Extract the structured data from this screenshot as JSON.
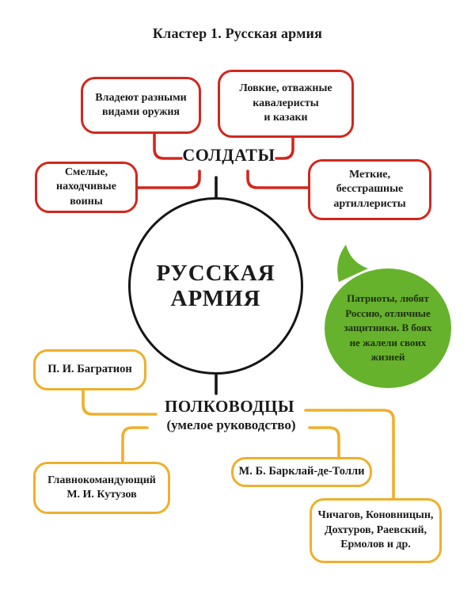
{
  "title": "Кластер 1. Русская армия",
  "colors": {
    "red_border": "#d3271d",
    "yellow_border": "#eeb02b",
    "green_bubble": "#66b22d",
    "line_black": "#161616"
  },
  "center_circle": {
    "label": "РУССКАЯ\nАРМИЯ"
  },
  "soldiers": {
    "heading": "СОЛДАТЫ",
    "boxes": [
      {
        "text": "Владеют разными\nвидами оружия"
      },
      {
        "text": "Ловкие, отважные\nкавалеристы\nи казаки"
      },
      {
        "text": "Смелые,\nнаходчивые\nвоины"
      },
      {
        "text": "Меткие,\nбесстрашные\nартиллеристы"
      }
    ]
  },
  "commanders": {
    "heading": "ПОЛКОВОДЦЫ",
    "subheading": "(умелое руководство)",
    "boxes": [
      {
        "text": "П. И. Багратион"
      },
      {
        "text": "Главнокомандующий\nМ. И. Кутузов"
      },
      {
        "text": "М. Б. Барклай-де-Толли"
      },
      {
        "text": "Чичагов, Коновницын,\nДохтуров, Раевский,\nЕрмолов и др."
      }
    ]
  },
  "bubble": {
    "text": "Патриоты, любят\nРоссию, отличные\nзащитники. В боях\nне жалели своих\nжизней"
  }
}
